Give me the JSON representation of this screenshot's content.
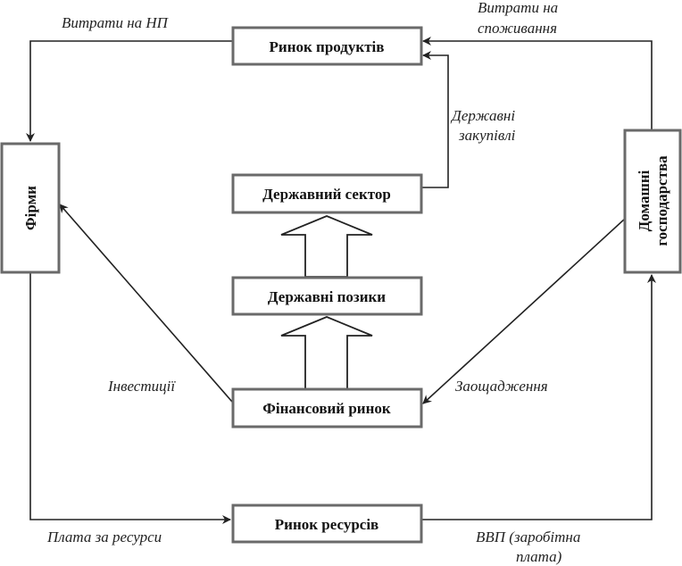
{
  "nodes": {
    "product_market": "Ринок продуктів",
    "government_sector": "Державний сектор",
    "government_loans": "Державні позики",
    "financial_market": "Фінансовий ринок",
    "resource_market": "Ринок ресурсів",
    "firms": "Фірми",
    "households_line1": "Домашні",
    "households_line2": "господарства"
  },
  "labels": {
    "gnp_spending": "Витрати на НП",
    "consumption_line1": "Витрати на",
    "consumption_line2": "споживання",
    "gov_purchases_line1": "Державні",
    "gov_purchases_line2": "закупівлі",
    "investment": "Інвестиції",
    "savings": "Заощадження",
    "resource_payment": "Плата за ресурси",
    "gdp_line1": "ВВП (заробітна",
    "gdp_line2": "плата)"
  }
}
